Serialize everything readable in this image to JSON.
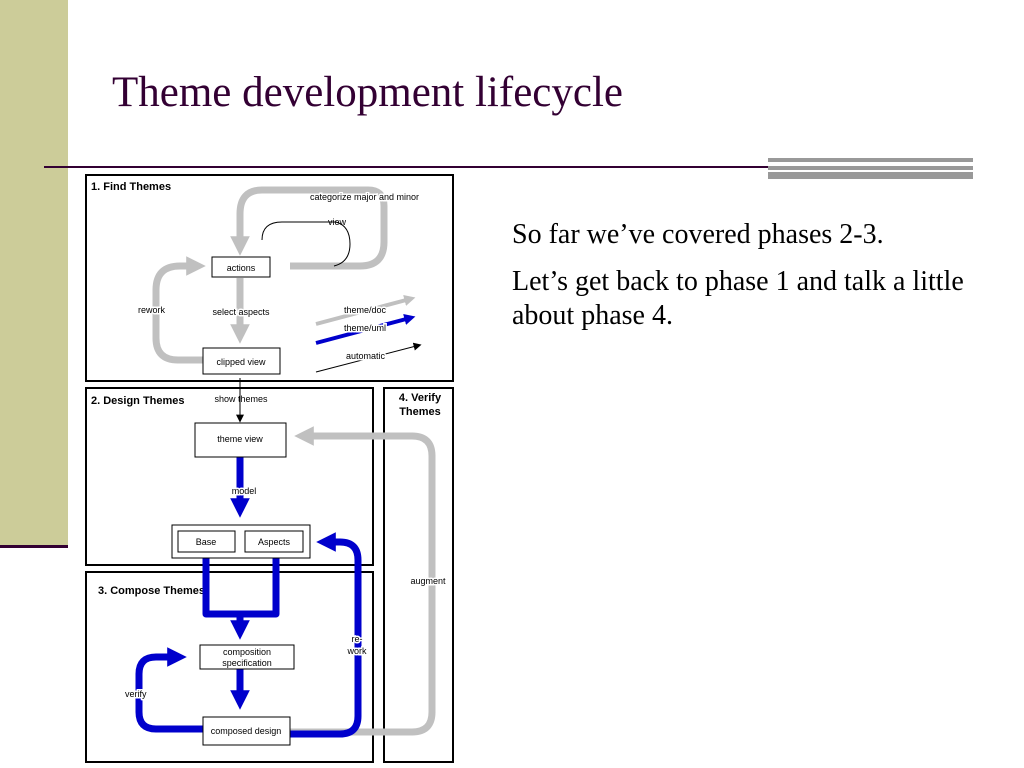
{
  "title": "Theme development lifecycle",
  "bullets": [
    "So far we’ve covered phases 2-3.",
    "Let’s get back to phase 1 and talk a little about phase 4."
  ],
  "diagram": {
    "phases": {
      "find": "1. Find Themes",
      "design": "2. Design Themes",
      "verify_line1": "4. Verify",
      "verify_line2": "Themes",
      "compose": "3. Compose Themes"
    },
    "nodes": {
      "actions": "actions",
      "clipped_view": "clipped view",
      "theme_view": "theme view",
      "base": "Base",
      "aspects": "Aspects",
      "composition_line1": "composition",
      "composition_line2": "specification",
      "composed_design": "composed design"
    },
    "labels": {
      "categorize": "categorize  major and minor",
      "view": "view",
      "rework": "rework",
      "select_aspects": "select aspects",
      "show_themes": "show themes",
      "model": "model",
      "augment": "augment",
      "rework2_line1": "re-",
      "rework2_line2": "work",
      "verify": "verify"
    },
    "legend": {
      "theme_doc": "theme/doc",
      "theme_uml": "theme/uml",
      "automatic": "automatic"
    },
    "colors": {
      "doc_arrow": "#c0c0c0",
      "uml_arrow": "#0000cc",
      "automatic_arrow": "#000000"
    }
  }
}
